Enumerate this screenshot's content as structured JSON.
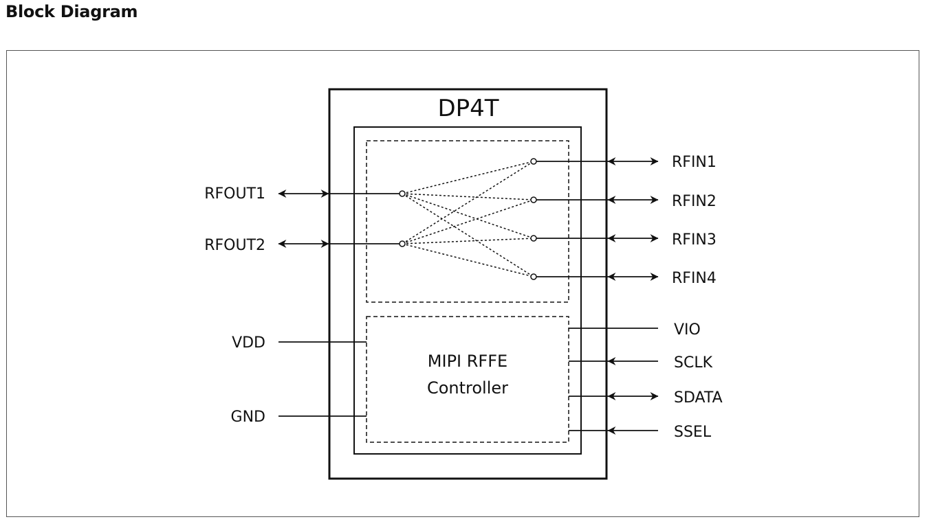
{
  "heading": "Block Diagram",
  "diagram": {
    "chip_name": "DP4T",
    "controller": {
      "line1": "MIPI RFFE",
      "line2": "Controller"
    },
    "left_pins": {
      "rfout1": "RFOUT1",
      "rfout2": "RFOUT2",
      "vdd": "VDD",
      "gnd": "GND"
    },
    "right_pins": {
      "rfin1": "RFIN1",
      "rfin2": "RFIN2",
      "rfin3": "RFIN3",
      "rfin4": "RFIN4",
      "vio": "VIO",
      "sclk": "SCLK",
      "sdata": "SDATA",
      "ssel": "SSEL"
    },
    "colors": {
      "line": "#111111",
      "frame": "#555555"
    }
  }
}
